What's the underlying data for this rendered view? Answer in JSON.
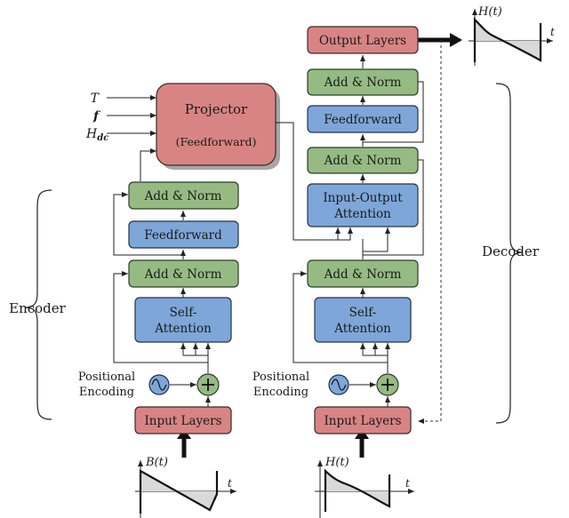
{
  "labels": {
    "projector": "Projector",
    "projector_sub": "(Feedforward)",
    "input_T": "T",
    "input_f": "f",
    "input_H": "H",
    "input_H_sub": "dc",
    "output_signal": "H(t)",
    "decoder": "Decoder",
    "encoder": "Encoder",
    "enc_input_signal": "B(t)",
    "dec_input_signal": "H(t)",
    "time_axis": "t"
  },
  "encoder": {
    "input_layers": "Input Layers",
    "positional_encoding_line1": "Positional",
    "positional_encoding_line2": "Encoding",
    "self_attention_line1": "Self-",
    "self_attention_line2": "Attention",
    "add_norm_1": "Add & Norm",
    "feedforward": "Feedforward",
    "add_norm_2": "Add & Norm"
  },
  "decoder": {
    "input_layers": "Input Layers",
    "positional_encoding_line1": "Positional",
    "positional_encoding_line2": "Encoding",
    "self_attention_line1": "Self-",
    "self_attention_line2": "Attention",
    "add_norm_1": "Add & Norm",
    "cross_attention_line1": "Input-Output",
    "cross_attention_line2": "Attention",
    "add_norm_2": "Add & Norm",
    "feedforward": "Feedforward",
    "add_norm_3": "Add & Norm",
    "output_layers": "Output Layers"
  },
  "colors": {
    "input_output_layer": "#d98484",
    "add_norm": "#95bb82",
    "attention_feedforward": "#7ea6d8"
  }
}
